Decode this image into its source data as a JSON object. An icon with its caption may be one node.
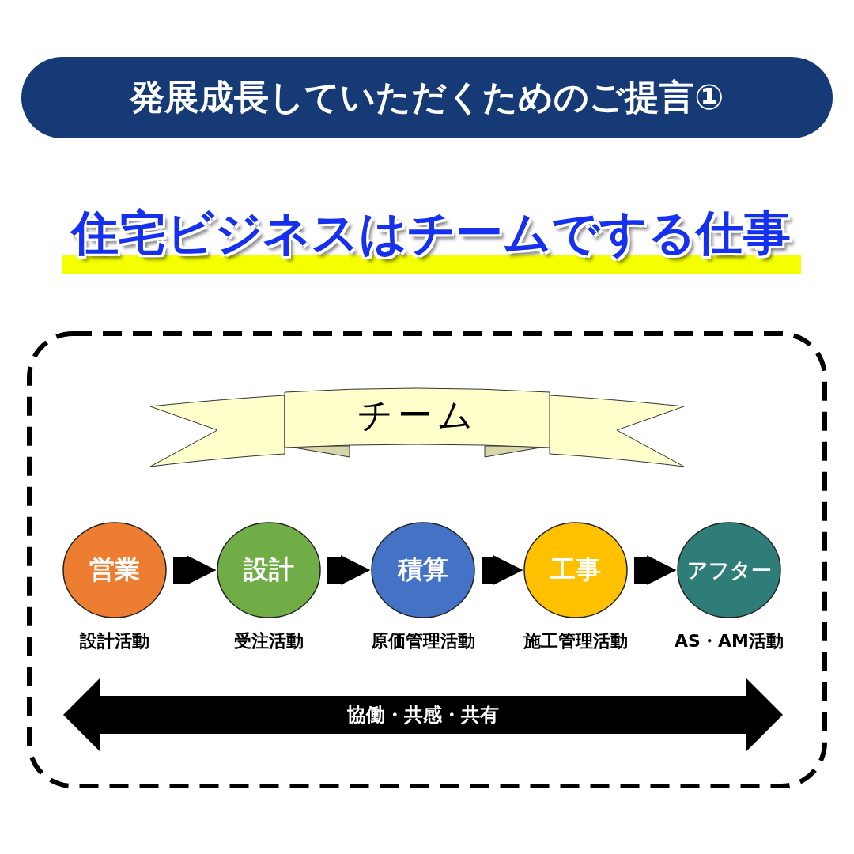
{
  "diagram": {
    "title": "発展成長していただくためのご提言①",
    "nodes": [
      {
        "text": [
          "チーム"
        ]
      },
      {
        "text": [
          "営業"
        ],
        "beside": [
          "設計活動"
        ]
      },
      {
        "text": [
          "設計"
        ],
        "beside": [
          "受注活動"
        ]
      },
      {
        "text": [
          "積算"
        ],
        "beside": [
          "原価管理活動"
        ]
      },
      {
        "text": [
          "工事"
        ],
        "beside": [
          "施工管理活動"
        ]
      },
      {
        "text": [
          "アフター"
        ],
        "beside": [
          "AS・AM活動"
        ]
      },
      {
        "text": [
          "協働・共感・共有"
        ]
      }
    ],
    "edges": [
      {
        "from": 1,
        "to": 2,
        "arrow": "to"
      },
      {
        "from": 2,
        "to": 3,
        "arrow": "to"
      },
      {
        "from": 3,
        "to": 4,
        "arrow": "to"
      },
      {
        "from": 4,
        "to": 5,
        "arrow": "to"
      }
    ],
    "labels": [
      "住宅ビジネスはチームでする仕事"
    ]
  }
}
